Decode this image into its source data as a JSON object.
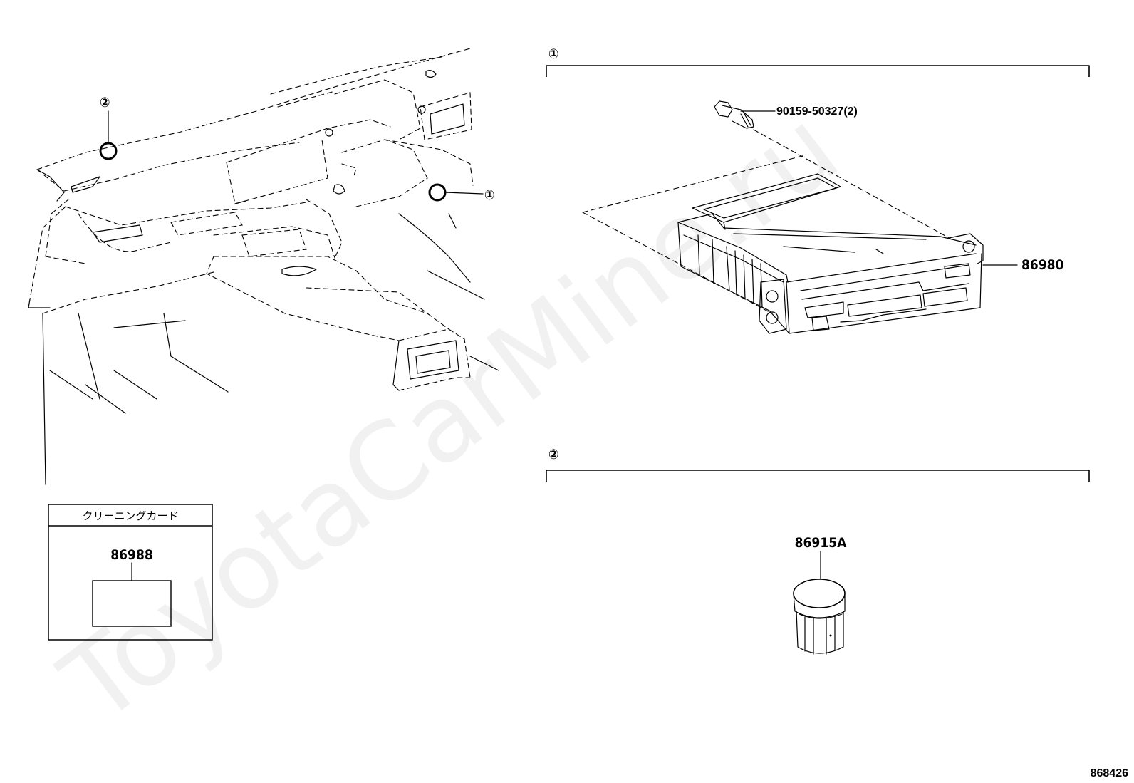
{
  "watermark": "ToyotaCarMine.ru",
  "diagram_id": "868426",
  "callouts": {
    "one": "①",
    "two": "②"
  },
  "section_one": {
    "number": "①",
    "bolt_part": "90159-50327(2)",
    "module_part": "86980"
  },
  "section_two": {
    "number": "②",
    "sensor_part": "86915A"
  },
  "cleaning_card": {
    "title": "クリーニングカード",
    "part": "86988"
  }
}
